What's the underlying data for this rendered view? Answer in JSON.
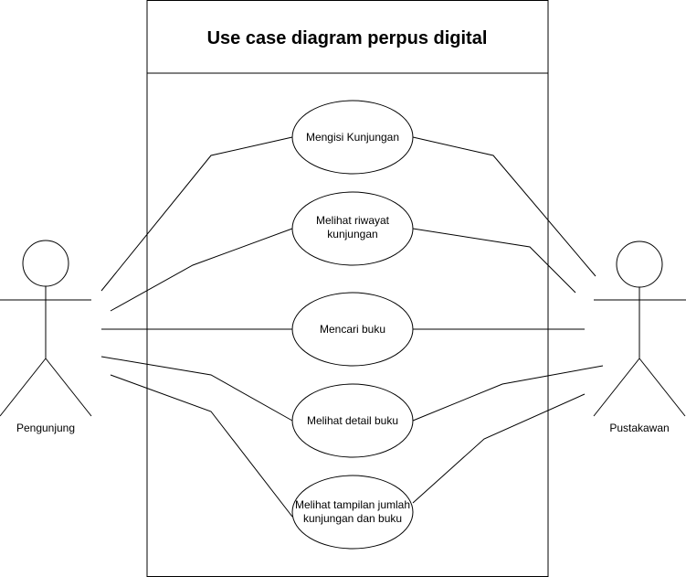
{
  "diagram": {
    "title": "Use case diagram perpus digital",
    "actors": {
      "left": "Pengunjung",
      "right": "Pustakawan"
    },
    "use_cases": {
      "uc1": [
        "Mengisi Kunjungan"
      ],
      "uc2": [
        "Melihat riwayat",
        "kunjungan"
      ],
      "uc3": [
        "Mencari buku"
      ],
      "uc4": [
        "Melihat detail buku"
      ],
      "uc5": [
        "Melihat tampilan jumlah",
        "kunjungan dan buku"
      ]
    },
    "colors": {
      "line": "#000000",
      "background": "#ffffff"
    }
  }
}
